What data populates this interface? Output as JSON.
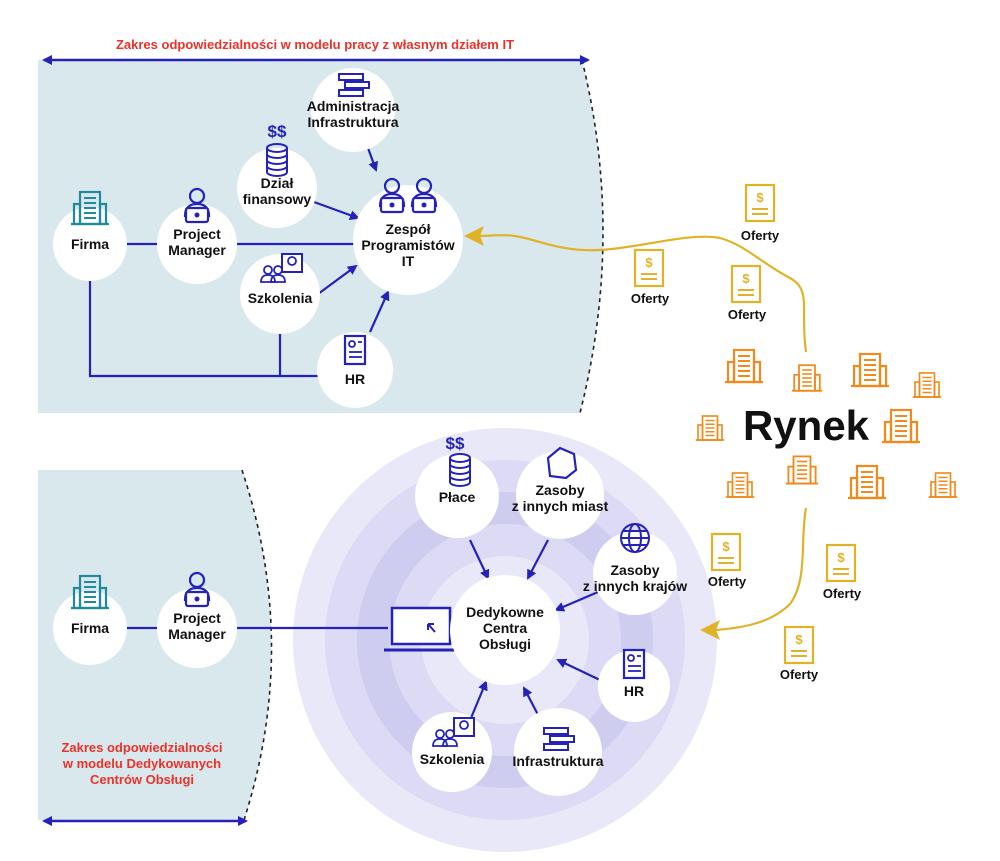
{
  "colors": {
    "accent": "#2422b8",
    "panel": "#d9e8ec",
    "red": "#e8332a",
    "gold": "#e0b227",
    "orange": "#f08a1c",
    "teal": "#1f8a9c"
  },
  "top": {
    "scope_label": "Zakres odpowiedzialności w modelu pracy z własnym działem IT",
    "firma": "Firma",
    "pm_line1": "Project",
    "pm_line2": "Manager",
    "admin_line1": "Administracja",
    "admin_line2": "Infrastruktura",
    "money": "$$",
    "fin_line1": "Dział",
    "fin_line2": "finansowy",
    "team_line1": "Zespół",
    "team_line2": "Programistów",
    "team_line3": "IT",
    "training": "Szkolenia",
    "hr": "HR"
  },
  "market": {
    "label": "Rynek",
    "offer": "Oferty"
  },
  "bottom": {
    "scope_line1": "Zakres odpowiedzialności",
    "scope_line2": "w modelu Dedykowanych",
    "scope_line3": "Centrów Obsługi",
    "firma": "Firma",
    "pm_line1": "Project",
    "pm_line2": "Manager",
    "center_line1": "Dedykowne",
    "center_line2": "Centra",
    "center_line3": "Obsługi",
    "money": "$$",
    "salary": "Płace",
    "cities_line1": "Zasoby",
    "cities_line2": "z innych miast",
    "countries_line1": "Zasoby",
    "countries_line2": "z innych krajów",
    "hr": "HR",
    "infra": "Infrastruktura",
    "training": "Szkolenia"
  }
}
